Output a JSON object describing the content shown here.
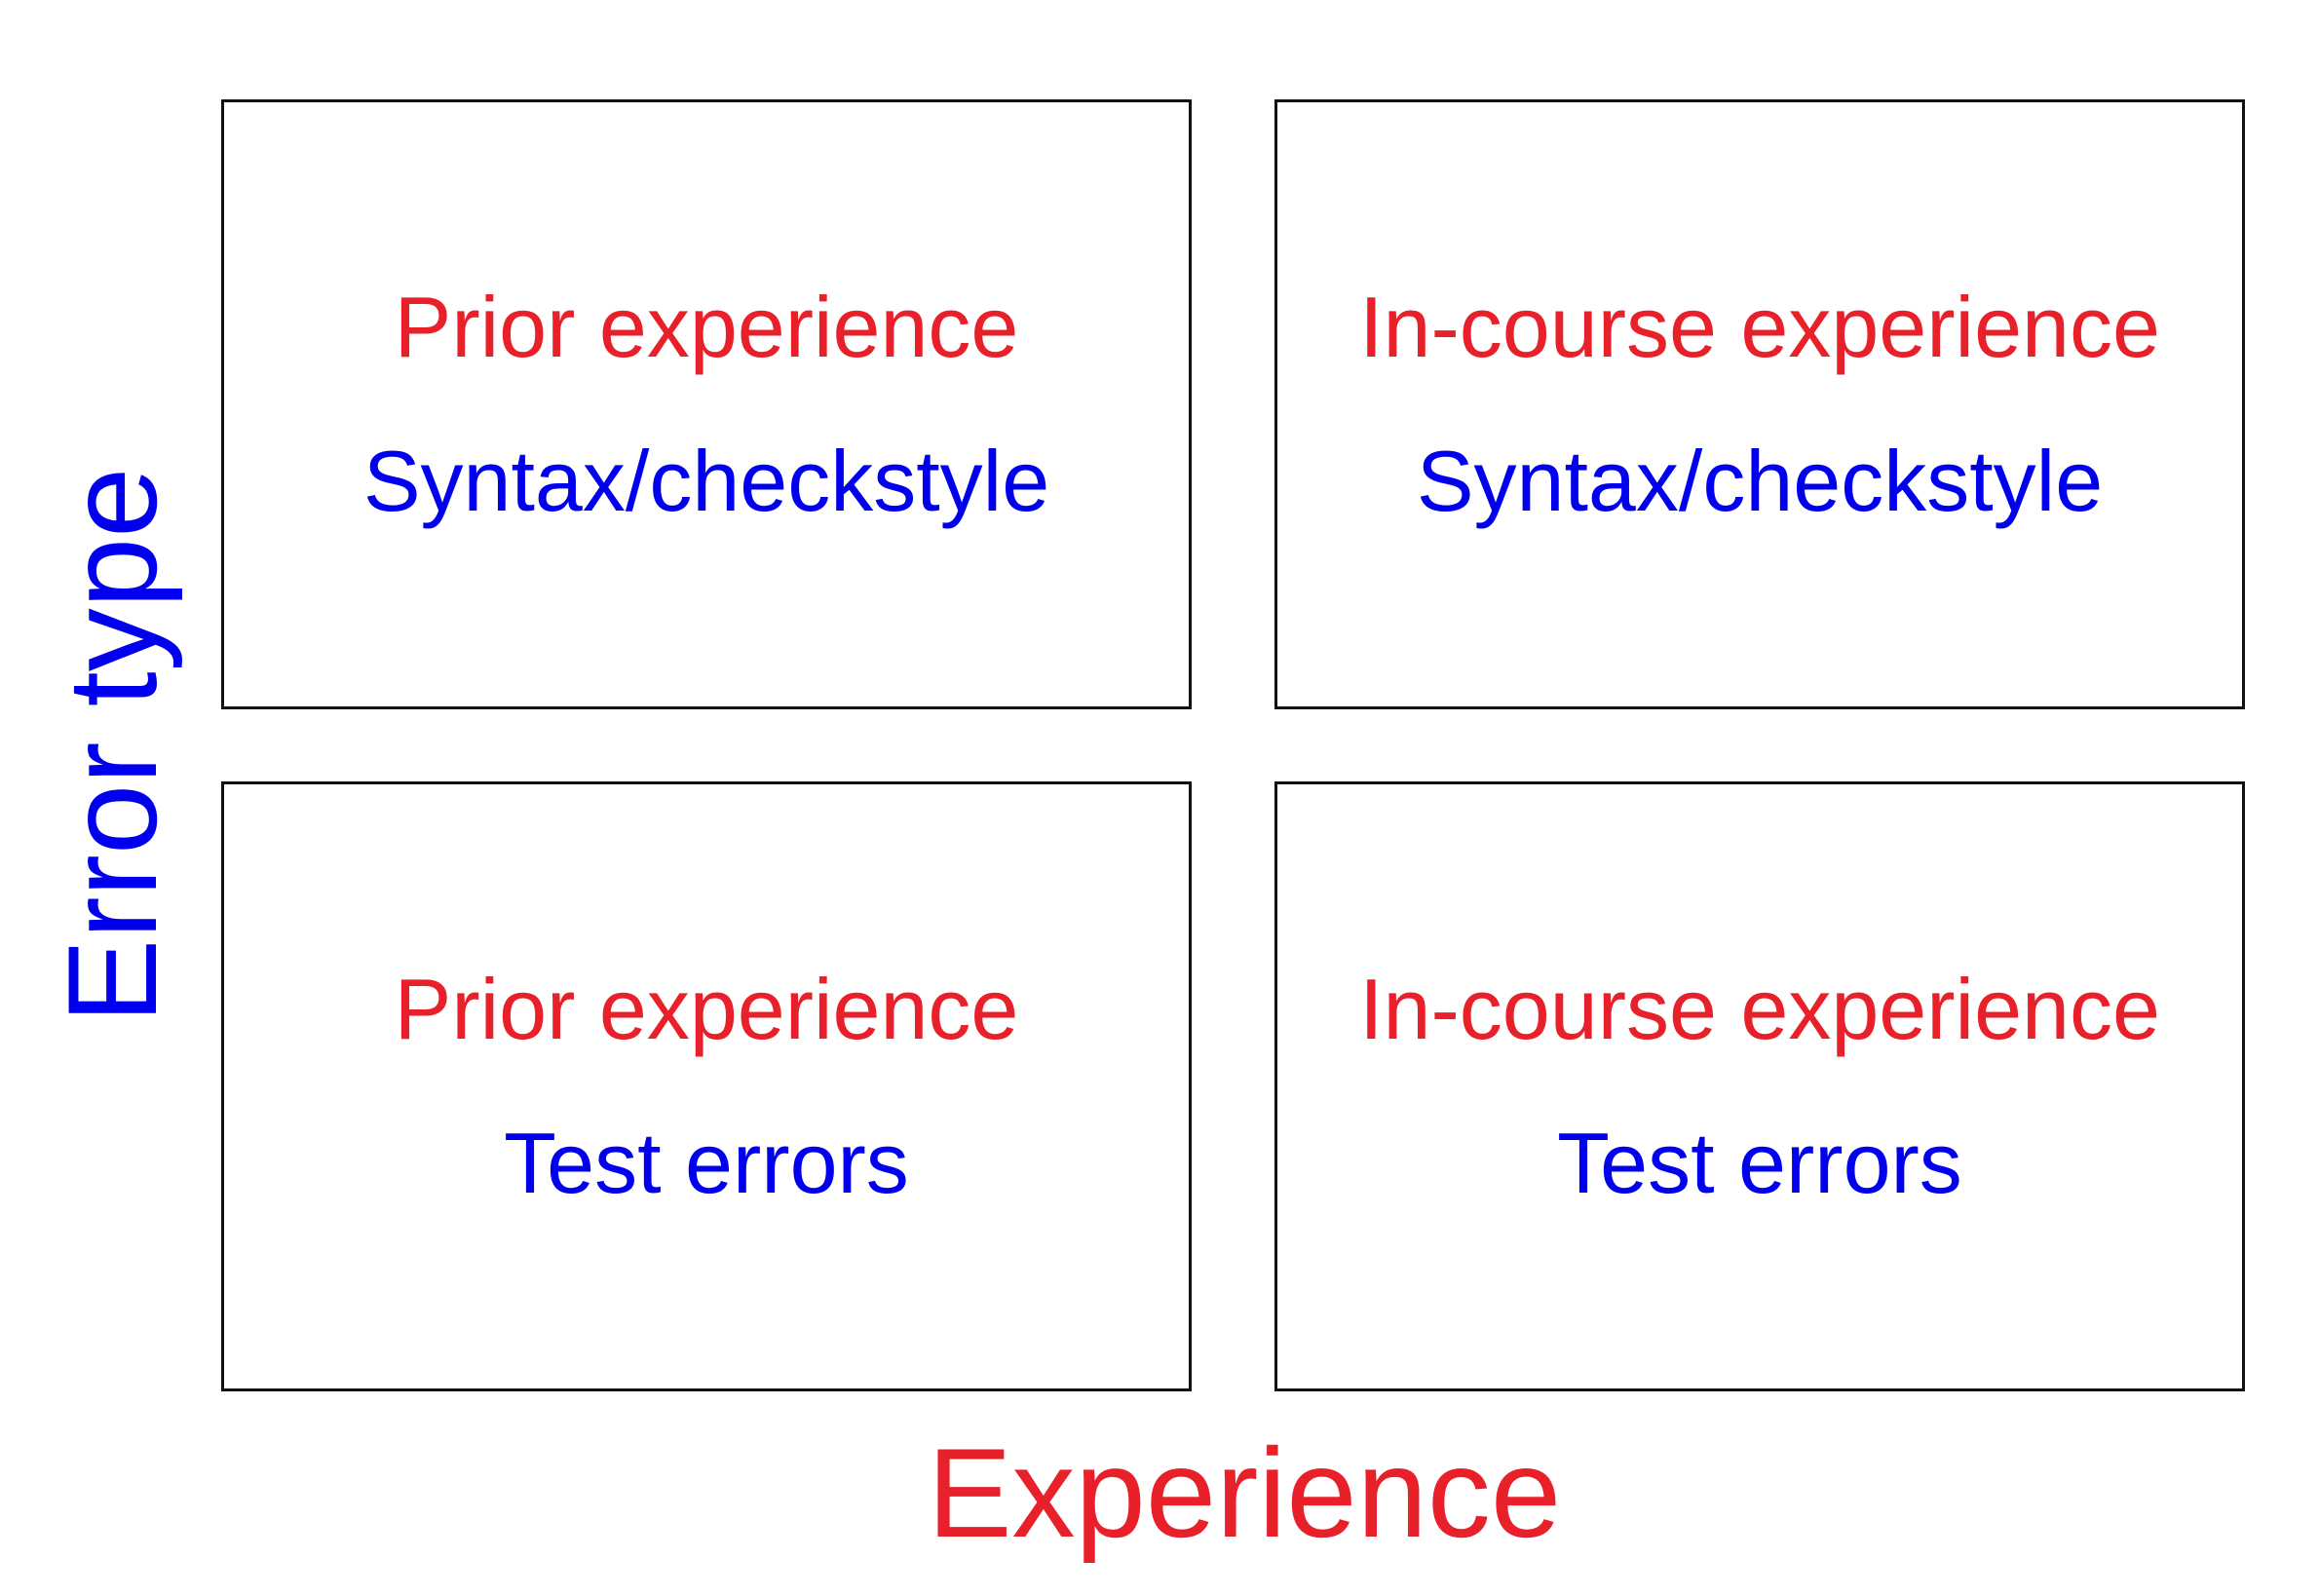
{
  "colors": {
    "experience": "#e8202a",
    "error_type": "#0000ee",
    "border": "#111111",
    "background": "#ffffff"
  },
  "axes": {
    "y_label": "Error type",
    "x_label": "Experience"
  },
  "cells": [
    {
      "experience": "Prior experience",
      "error_type": "Syntax/checkstyle"
    },
    {
      "experience": "In-course experience",
      "error_type": "Syntax/checkstyle"
    },
    {
      "experience": "Prior experience",
      "error_type": "Test errors"
    },
    {
      "experience": "In-course experience",
      "error_type": "Test errors"
    }
  ]
}
